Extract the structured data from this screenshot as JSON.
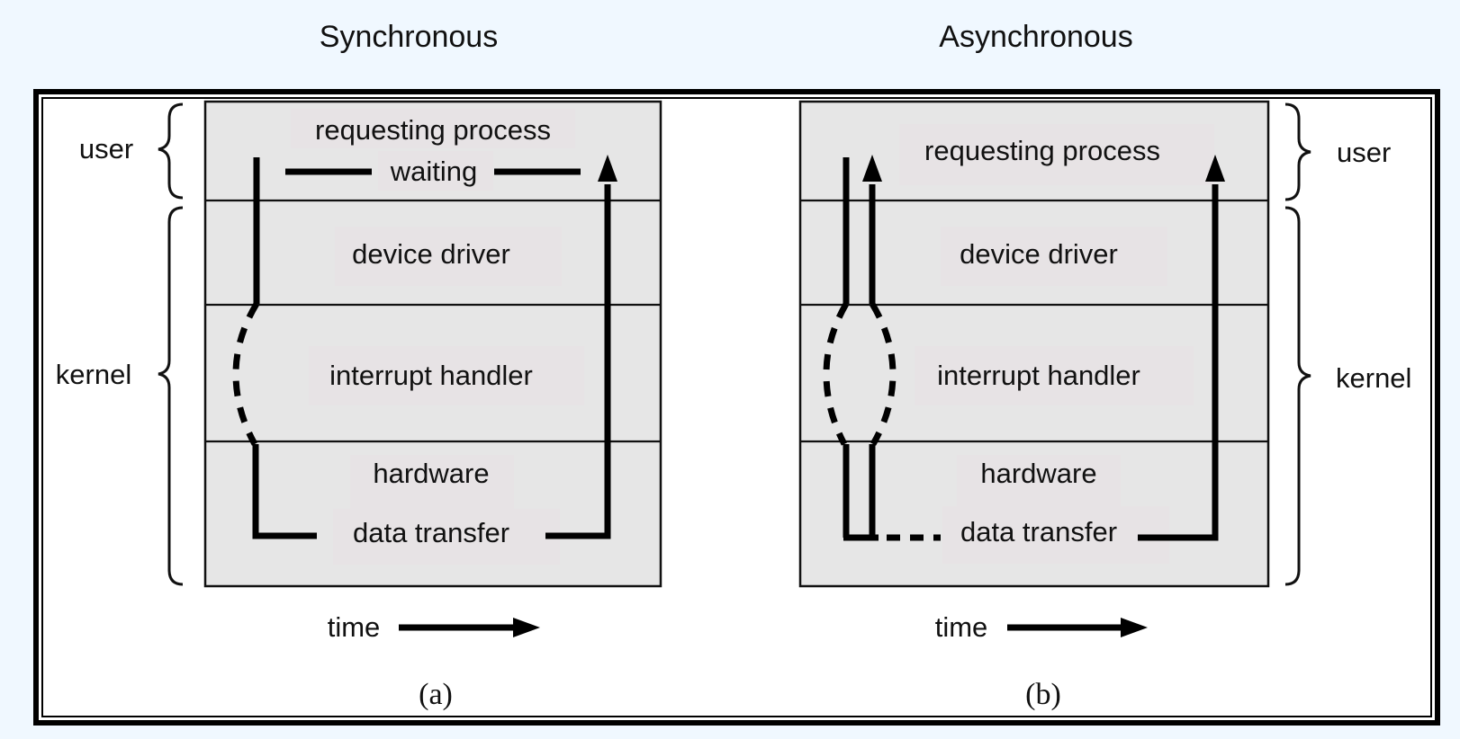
{
  "titles": {
    "synchronous": "Synchronous",
    "asynchronous": "Asynchronous"
  },
  "panel_a": {
    "caption": "(a)",
    "rows": {
      "user": "requesting process",
      "waiting": "waiting",
      "driver": "device driver",
      "interrupt": "interrupt handler",
      "hardware": "hardware",
      "transfer": "data transfer"
    },
    "time_label": "time",
    "side_labels": {
      "user": "user",
      "kernel": "kernel"
    }
  },
  "panel_b": {
    "caption": "(b)",
    "rows": {
      "user": "requesting process",
      "driver": "device driver",
      "interrupt": "interrupt handler",
      "hardware": "hardware",
      "transfer": "data transfer"
    },
    "time_label": "time",
    "side_labels": {
      "user": "user",
      "kernel": "kernel"
    }
  },
  "colors": {
    "page_background": "#f0f8ff",
    "frame": "#000000",
    "panel_fill": "#e6e6e6",
    "label_background": "#e7e3e5"
  }
}
